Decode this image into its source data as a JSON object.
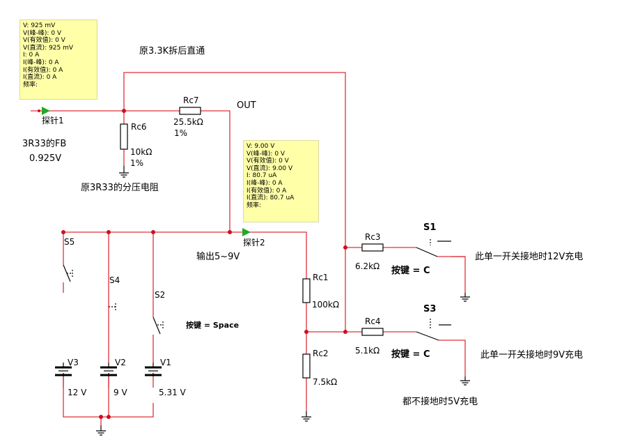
{
  "probe1": {
    "label": "探针1",
    "readings": [
      "V: 925 mV",
      "V(峰-峰): 0 V",
      "V(有效值): 0 V",
      "V(直流): 925 mV",
      "I: 0 A",
      "I(峰-峰): 0 A",
      "I(有效值): 0 A",
      "I(直流): 0 A",
      "频率:"
    ]
  },
  "probe2": {
    "label": "探针2",
    "readings": [
      "V: 9.00 V",
      "V(峰-峰): 0 V",
      "V(有效值): 0 V",
      "V(直流): 9.00 V",
      "I: 80.7 uA",
      "I(峰-峰): 0 A",
      "I(有效值): 0 A",
      "I(直流): 80.7 uA",
      "频率:"
    ]
  },
  "notes": {
    "bypass": "原3.3K拆后直通",
    "fb_line1": "3R33的FB",
    "fb_line2": "0.925V",
    "divider": "原3R33的分压电阻",
    "output": "输出5~9V",
    "out_label": "OUT",
    "key_space": "按键 = Space",
    "s1_note": "此单一开关接地时12V充电",
    "s3_note": "此单一开关接地时9V充电",
    "none_note": "都不接地时5V充电"
  },
  "components": {
    "rc7": {
      "name": "Rc7",
      "value": "25.5kΩ",
      "tol": "1%"
    },
    "rc6": {
      "name": "Rc6",
      "value": "10kΩ",
      "tol": "1%"
    },
    "rc1": {
      "name": "Rc1",
      "value": "100kΩ"
    },
    "rc2": {
      "name": "Rc2",
      "value": "7.5kΩ"
    },
    "rc3": {
      "name": "Rc3",
      "value": "6.2kΩ"
    },
    "rc4": {
      "name": "Rc4",
      "value": "5.1kΩ"
    },
    "s1": {
      "name": "S1",
      "key": "按键 = C"
    },
    "s3": {
      "name": "S3",
      "key": "按键 = C"
    },
    "s2": {
      "name": "S2"
    },
    "s4": {
      "name": "S4"
    },
    "s5": {
      "name": "S5"
    },
    "v1": {
      "name": "V1",
      "value": "5.31 V"
    },
    "v2": {
      "name": "V2",
      "value": "9 V"
    },
    "v3": {
      "name": "V3",
      "value": "12 V"
    }
  },
  "colors": {
    "wire": "#e0303a",
    "junction": "#cc1020",
    "part": "#000000",
    "probe": "#22aa22",
    "note_bg": "#ffffa8"
  }
}
